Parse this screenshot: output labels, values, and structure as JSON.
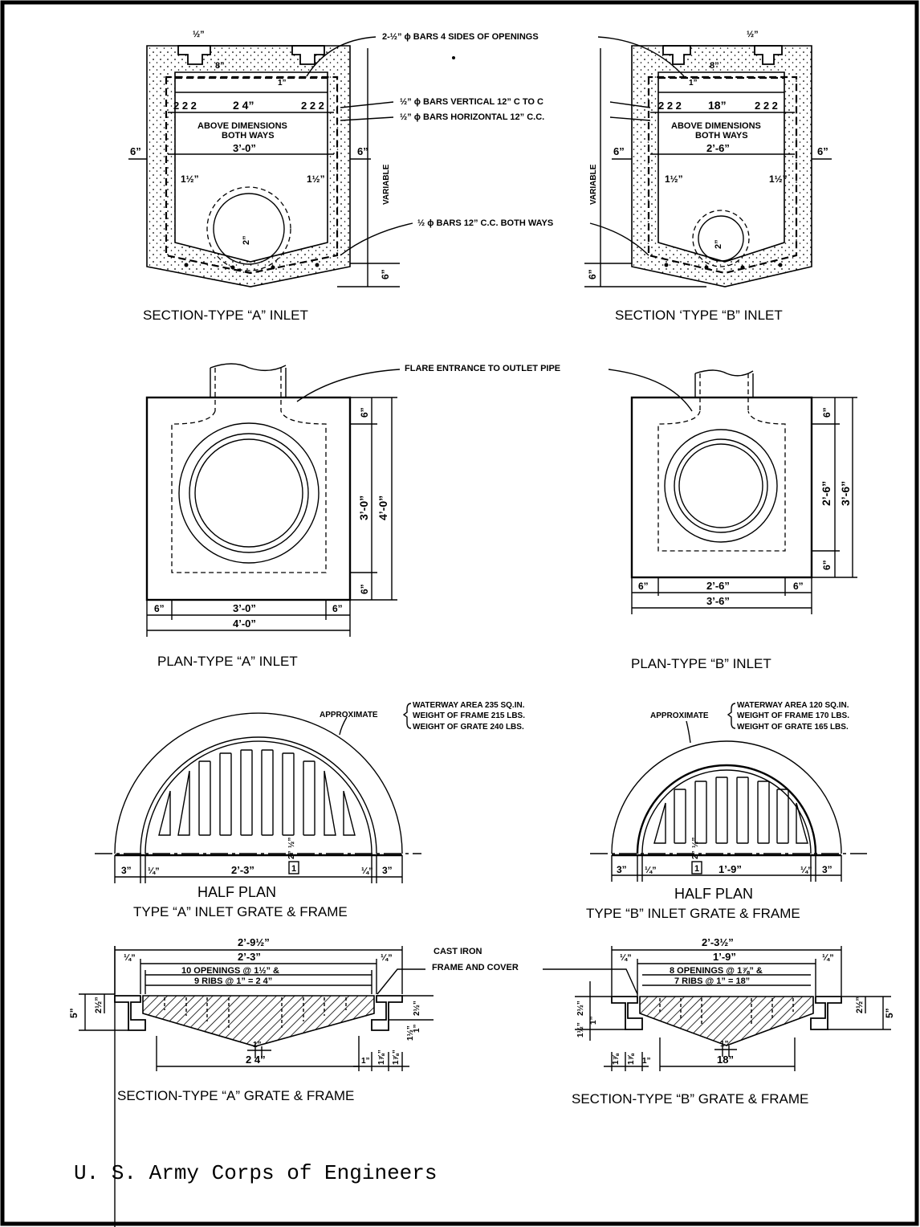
{
  "section_a": {
    "title": "SECTION-TYPE “A” INLET",
    "dim_top": "½”",
    "dim_8": "8”",
    "dim_1": "1”",
    "dim_2": "2",
    "dim_24": "2 4”",
    "above": "ABOVE DIMENSIONS",
    "both": "BOTH WAYS",
    "dim_width": "3’-0”",
    "dim_wall_l": "6”",
    "dim_wall_r": "6”",
    "dim_cover_l": "1½”",
    "dim_cover_r": "1½”",
    "dim_pipe": "2”",
    "variable": "VARIABLE",
    "dim_base": "6”"
  },
  "section_b": {
    "title": "SECTION ‘TYPE “B” INLET",
    "dim_top": "½”",
    "dim_8": "8”",
    "dim_1": "1”",
    "dim_2": "2",
    "dim_18": "18”",
    "above": "ABOVE DIMENSIONS",
    "both": "BOTH WAYS",
    "dim_width": "2’-6”",
    "dim_wall_l": "6”",
    "dim_wall_r": "6”",
    "dim_cover_l": "1½”",
    "dim_cover_r": "1½”",
    "dim_pipe": "2”",
    "variable": "VARIABLE",
    "dim_base": "6”"
  },
  "callouts": {
    "bars_openings": "2-½” ϕ BARS 4 SIDES OF OPENINGS",
    "bars_vertical": "½” ϕ BARS VERTICAL 12” C TO C",
    "bars_horizontal": "½” ϕ BARS HORIZONTAL 12” C.C.",
    "bars_both": "½ ϕ BARS 12” C.C. BOTH WAYS",
    "flare": "FLARE ENTRANCE TO OUTLET PIPE",
    "cast_iron_1": "CAST IRON",
    "cast_iron_2": "FRAME AND COVER"
  },
  "plan_a": {
    "title": "PLAN-TYPE “A” INLET",
    "dim_top": "6”",
    "dim_inner": "3’-0”",
    "dim_outer": "4’-0”",
    "dim_bottom": "6”",
    "dim_left": "6”",
    "dim_mid": "3’-0”",
    "dim_right": "6”",
    "dim_total": "4’-0”"
  },
  "plan_b": {
    "title": "PLAN-TYPE “B” INLET",
    "dim_top": "6”",
    "dim_inner": "2’-6”",
    "dim_outer": "3’-6”",
    "dim_bottom": "6”",
    "dim_left": "6”",
    "dim_mid": "2’-6”",
    "dim_right": "6”",
    "dim_total": "3’-6”"
  },
  "approx_a": {
    "label": "APPROXIMATE",
    "line1": "WATERWAY AREA  235 SQ.IN.",
    "line2": "WEIGHT OF FRAME  215 LBS.",
    "line3": "WEIGHT OF GRATE  240 LBS."
  },
  "approx_b": {
    "label": "APPROXIMATE",
    "line1": "WATERWAY AREA  120 SQ.IN.",
    "line2": "WEIGHT OF FRAME  170 LBS.",
    "line3": "WEIGHT OF GRATE  165 LBS."
  },
  "half_a": {
    "title1": "HALF PLAN",
    "title2": "TYPE “A” INLET GRATE & FRAME",
    "d1": "3”",
    "d2": "¼”",
    "d3": "2’-3”",
    "d4": "1",
    "d5": "¼”",
    "d6": "3”",
    "d7": "2”",
    "d8": "½”"
  },
  "half_b": {
    "title1": "HALF PLAN",
    "title2": "TYPE “B” INLET GRATE & FRAME",
    "d1": "3”",
    "d2": "¼”",
    "d3": "1’-9”",
    "d4": "1",
    "d5": "¼”",
    "d6": "3”",
    "d7": "2”",
    "d8": "½”"
  },
  "grate_a": {
    "title": "SECTION-TYPE “A” GRATE & FRAME",
    "overall": "2’-9½”",
    "inner": "2’-3”",
    "openings": "10 OPENINGS @ 1½” &",
    "ribs": "9 RIBS @  1” = 2 4”",
    "lip_l": "¼”",
    "lip_r": "¼”",
    "h_total": "5”",
    "h_lip": "2½”",
    "rib": "1”",
    "bottom": "2 4”",
    "r1": "1”",
    "r2": "1⅞”",
    "r3": "1⅞”",
    "rv1": "2½”",
    "rv2": "1”",
    "rv3": "1½”"
  },
  "grate_b": {
    "title": "SECTION-TYPE “B” GRATE & FRAME",
    "overall": "2’-3½”",
    "inner": "1’-9”",
    "openings": "8 OPENINGS @ 1⅞” &",
    "ribs": "7 RIBS @  1” = 18”",
    "lip_l": "¼”",
    "lip_r": "¼”",
    "h_total": "5”",
    "h_lip": "2½”",
    "rib": "1”",
    "bottom": "18”",
    "l1": "1⅞",
    "l2": "1⅞",
    "l3": "1”",
    "lv1": "2½”",
    "lv2": "1”",
    "lv3": "1½”"
  },
  "credit": "U. S. Army Corps of Engineers"
}
